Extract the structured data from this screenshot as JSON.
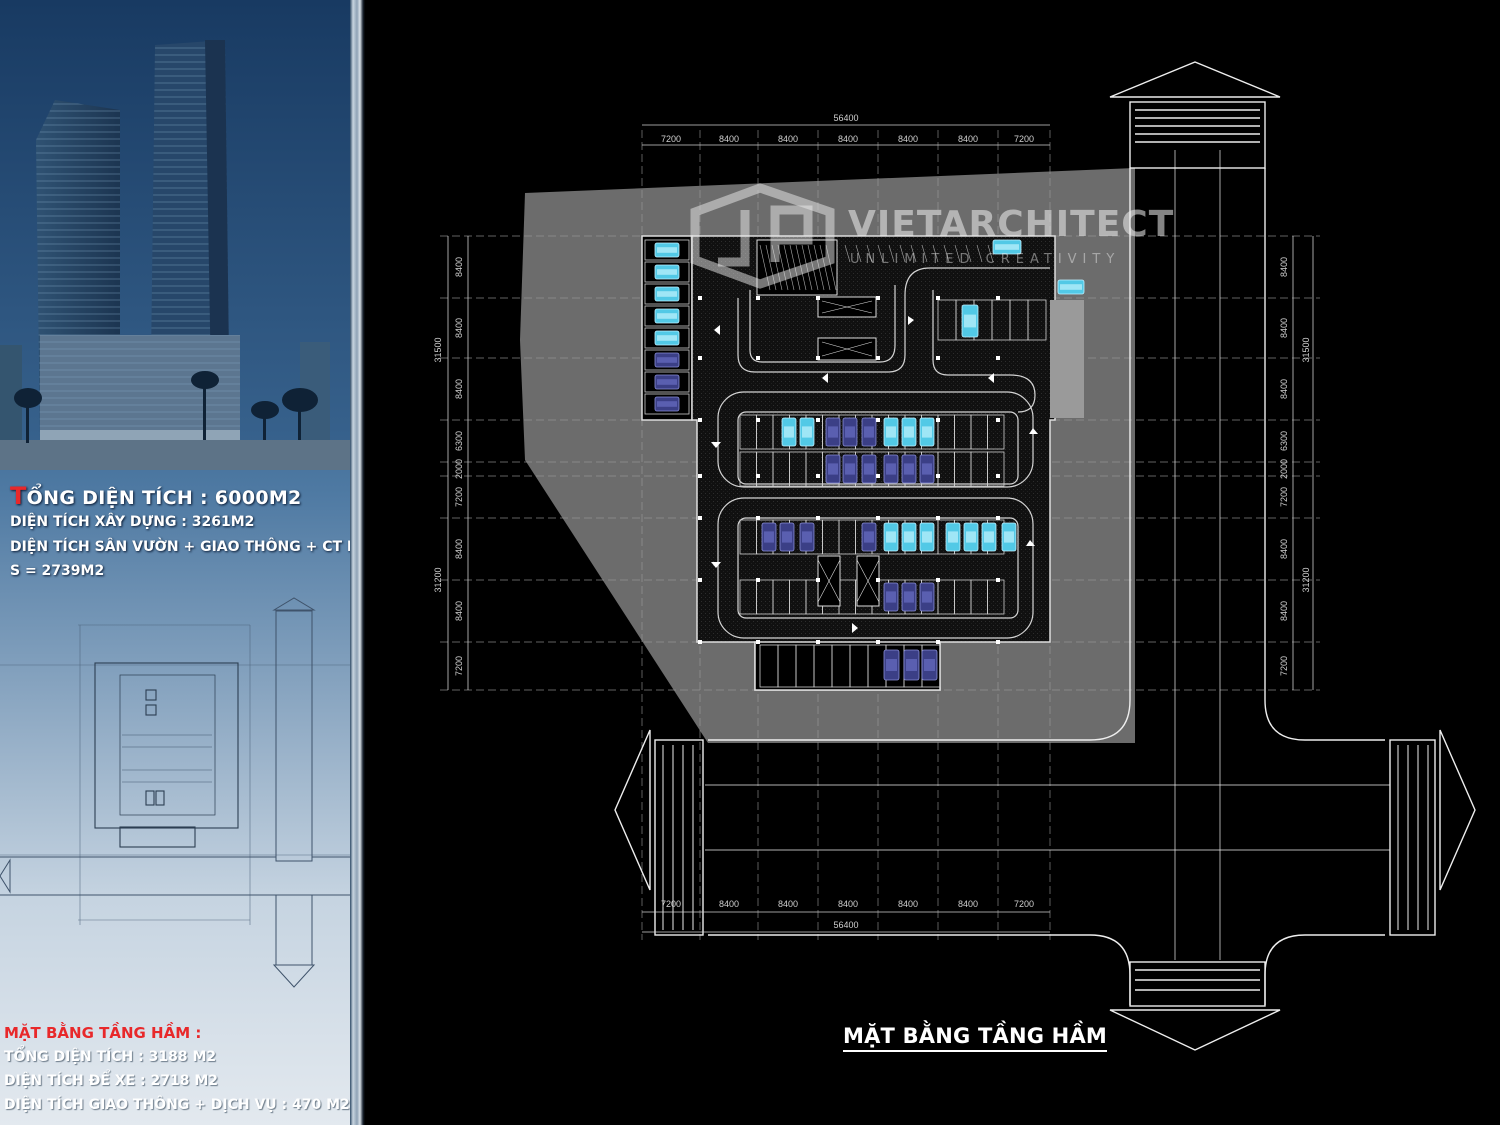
{
  "info_panel": {
    "total_area": {
      "first_letter": "T",
      "rest": "ỔNG DIỆN TÍCH : 6000M2"
    },
    "built_area": "DIỆN TÍCH XÂY DỰNG : 3261M2",
    "garden_area": "DIỆN TÍCH SÂN VƯỜN + GIAO THÔNG + CT PHỤ TRỢ :",
    "garden_value": "S = 2739M2",
    "basement_title": "MẶT BẰNG TẦNG HẦM :",
    "basement_total": "TỔNG DIỆN TÍCH  : 3188 M2",
    "basement_parking": "DIỆN TÍCH ĐỂ XE : 2718 M2",
    "basement_traffic": "DIỆN TÍCH GIAO THÔNG + DỊCH VỤ : 470 M2"
  },
  "watermark": {
    "name": "VIETARCHITECT",
    "tagline": "UNLIMITED CREATIVITY"
  },
  "plan": {
    "caption": "MẶT BẰNG TẦNG HẦM",
    "top_total": "56400",
    "top_spans": [
      "7200",
      "8400",
      "8400",
      "8400",
      "8400",
      "8400",
      "7200"
    ],
    "bottom_total": "56400",
    "bottom_spans": [
      "7200",
      "8400",
      "8400",
      "8400",
      "8400",
      "8400",
      "7200"
    ],
    "left_total_upper": "31500",
    "left_total_lower": "31200",
    "left_spans": [
      "8400",
      "8400",
      "8400",
      "6300",
      "2000",
      "7200",
      "8400",
      "8400",
      "7200"
    ],
    "right_total_upper": "31500",
    "right_total_lower": "31200",
    "right_spans": [
      "8400",
      "8400",
      "8400",
      "6300",
      "2000",
      "7200",
      "8400",
      "8400",
      "7200"
    ]
  },
  "colors": {
    "accent_red": "#e8282a",
    "site_grey": "#6c6c6c",
    "car_cyan": "#52c9e6",
    "car_purple": "#3b3f86"
  }
}
